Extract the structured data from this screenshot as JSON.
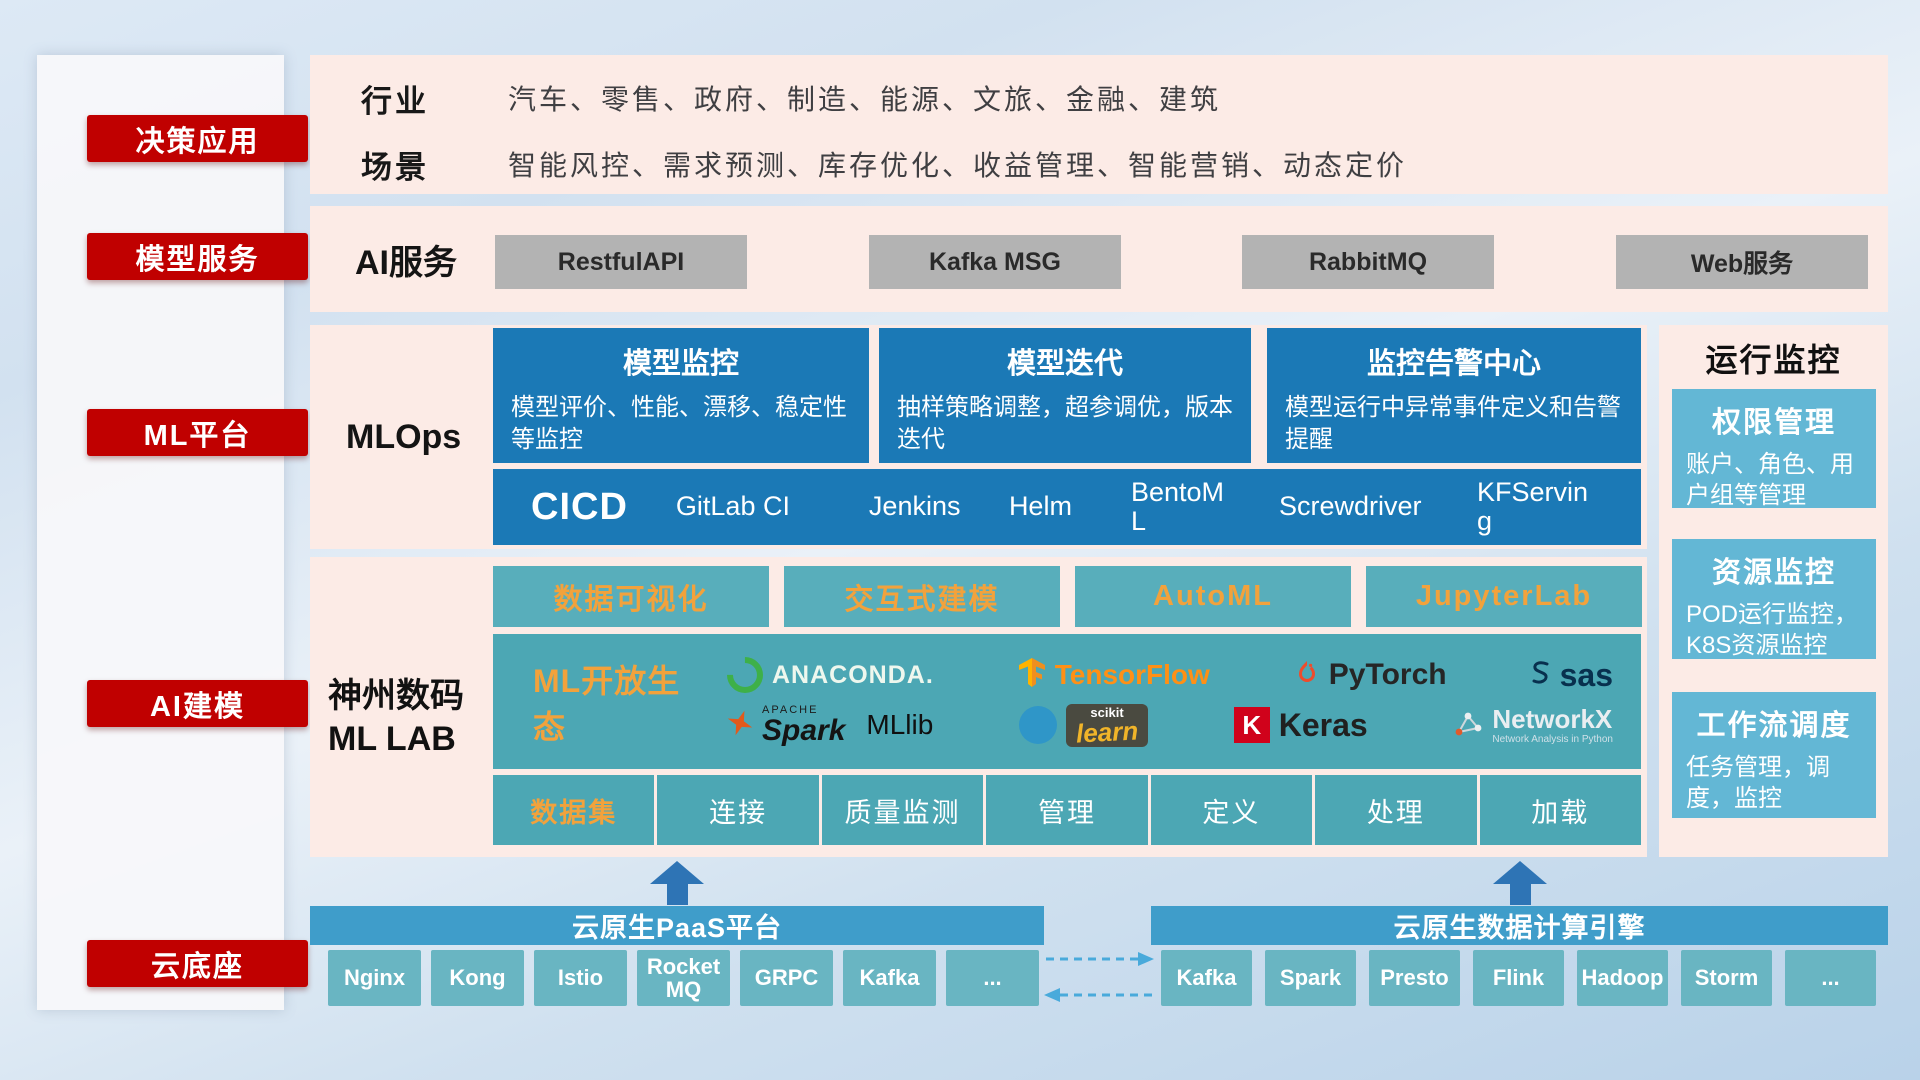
{
  "sidebar": {
    "items": [
      {
        "label": "决策应用"
      },
      {
        "label": "模型服务"
      },
      {
        "label": "ML平台"
      },
      {
        "label": "AI建模"
      },
      {
        "label": "云底座"
      }
    ]
  },
  "industry": {
    "rows": [
      {
        "label": "行业",
        "text": "汽车、零售、政府、制造、能源、文旅、金融、建筑"
      },
      {
        "label": "场景",
        "text": "智能风控、需求预测、库存优化、收益管理、智能营销、动态定价"
      }
    ]
  },
  "ai_service": {
    "label": "AI服务",
    "buttons": [
      {
        "label": "RestfulAPI"
      },
      {
        "label": "Kafka MSG"
      },
      {
        "label": "RabbitMQ"
      },
      {
        "label": "Web服务"
      }
    ]
  },
  "mlops": {
    "label": "MLOps",
    "cards": [
      {
        "title": "模型监控",
        "body": "模型评价、性能、漂移、稳定性等监控"
      },
      {
        "title": "模型迭代",
        "body": "抽样策略调整，超参调优，版本迭代"
      },
      {
        "title": "监控告警中心",
        "body": "模型运行中异常事件定义和告警提醒"
      }
    ],
    "cicd": {
      "label": "CICD",
      "items": [
        {
          "label": "GitLab CI"
        },
        {
          "label": "Jenkins"
        },
        {
          "label": "Helm"
        },
        {
          "label": "BentoML"
        },
        {
          "label": "Screwdriver"
        },
        {
          "label": "KFServing"
        }
      ]
    }
  },
  "mllab": {
    "label_line1": "神州数码",
    "label_line2": "ML LAB",
    "tools": [
      {
        "label": "数据可视化"
      },
      {
        "label": "交互式建模"
      },
      {
        "label": "AutoML"
      },
      {
        "label": "JupyterLab"
      }
    ],
    "ecosystem_label": "ML开放生态",
    "logos": {
      "anaconda": "ANACONDA.",
      "tensorflow": "TensorFlow",
      "pytorch": "PyTorch",
      "sas": "sas",
      "spark_small": "APACHE",
      "spark": "Spark",
      "mllib": "MLlib",
      "sklearn_small": "scikit",
      "sklearn": "learn",
      "keras_letter": "K",
      "keras": "Keras",
      "networkx": "NetworkX",
      "networkx_tagline": "Network Analysis in Python"
    },
    "data_row": [
      {
        "label": "数据集"
      },
      {
        "label": "连接"
      },
      {
        "label": "质量监测"
      },
      {
        "label": "管理"
      },
      {
        "label": "定义"
      },
      {
        "label": "处理"
      },
      {
        "label": "加载"
      }
    ]
  },
  "monitor": {
    "title": "运行监控",
    "cards": [
      {
        "title": "权限管理",
        "body": "账户、角色、用户组等管理"
      },
      {
        "title": "资源监控",
        "body": "POD运行监控，K8S资源监控"
      },
      {
        "title": "工作流调度",
        "body": "任务管理，调度，监控"
      }
    ]
  },
  "cloud": {
    "paas": {
      "title": "云原生PaaS平台",
      "items": [
        {
          "label": "Nginx"
        },
        {
          "label": "Kong"
        },
        {
          "label": "Istio"
        },
        {
          "label": "RocketMQ"
        },
        {
          "label": "GRPC"
        },
        {
          "label": "Kafka"
        },
        {
          "label": "..."
        }
      ]
    },
    "engine": {
      "title": "云原生数据计算引擎",
      "items": [
        {
          "label": "Kafka"
        },
        {
          "label": "Spark"
        },
        {
          "label": "Presto"
        },
        {
          "label": "Flink"
        },
        {
          "label": "Hadoop"
        },
        {
          "label": "Storm"
        },
        {
          "label": "..."
        }
      ]
    }
  },
  "colors": {
    "red": "#c00000",
    "band_pink": "#fcebe6",
    "deep_blue": "#1b79b6",
    "teal": "#4ca7b4",
    "teal_light": "#58aebb",
    "orange": "#f2a23c",
    "gray_button": "#b3b3b3",
    "cloud_bar_blue": "#3f9dca",
    "cloud_button_teal": "#69b5c2",
    "monitor_card_blue": "#63b7d5",
    "arrow_blue": "#2e74b5",
    "dashed_arrow_blue": "#49aadb"
  }
}
